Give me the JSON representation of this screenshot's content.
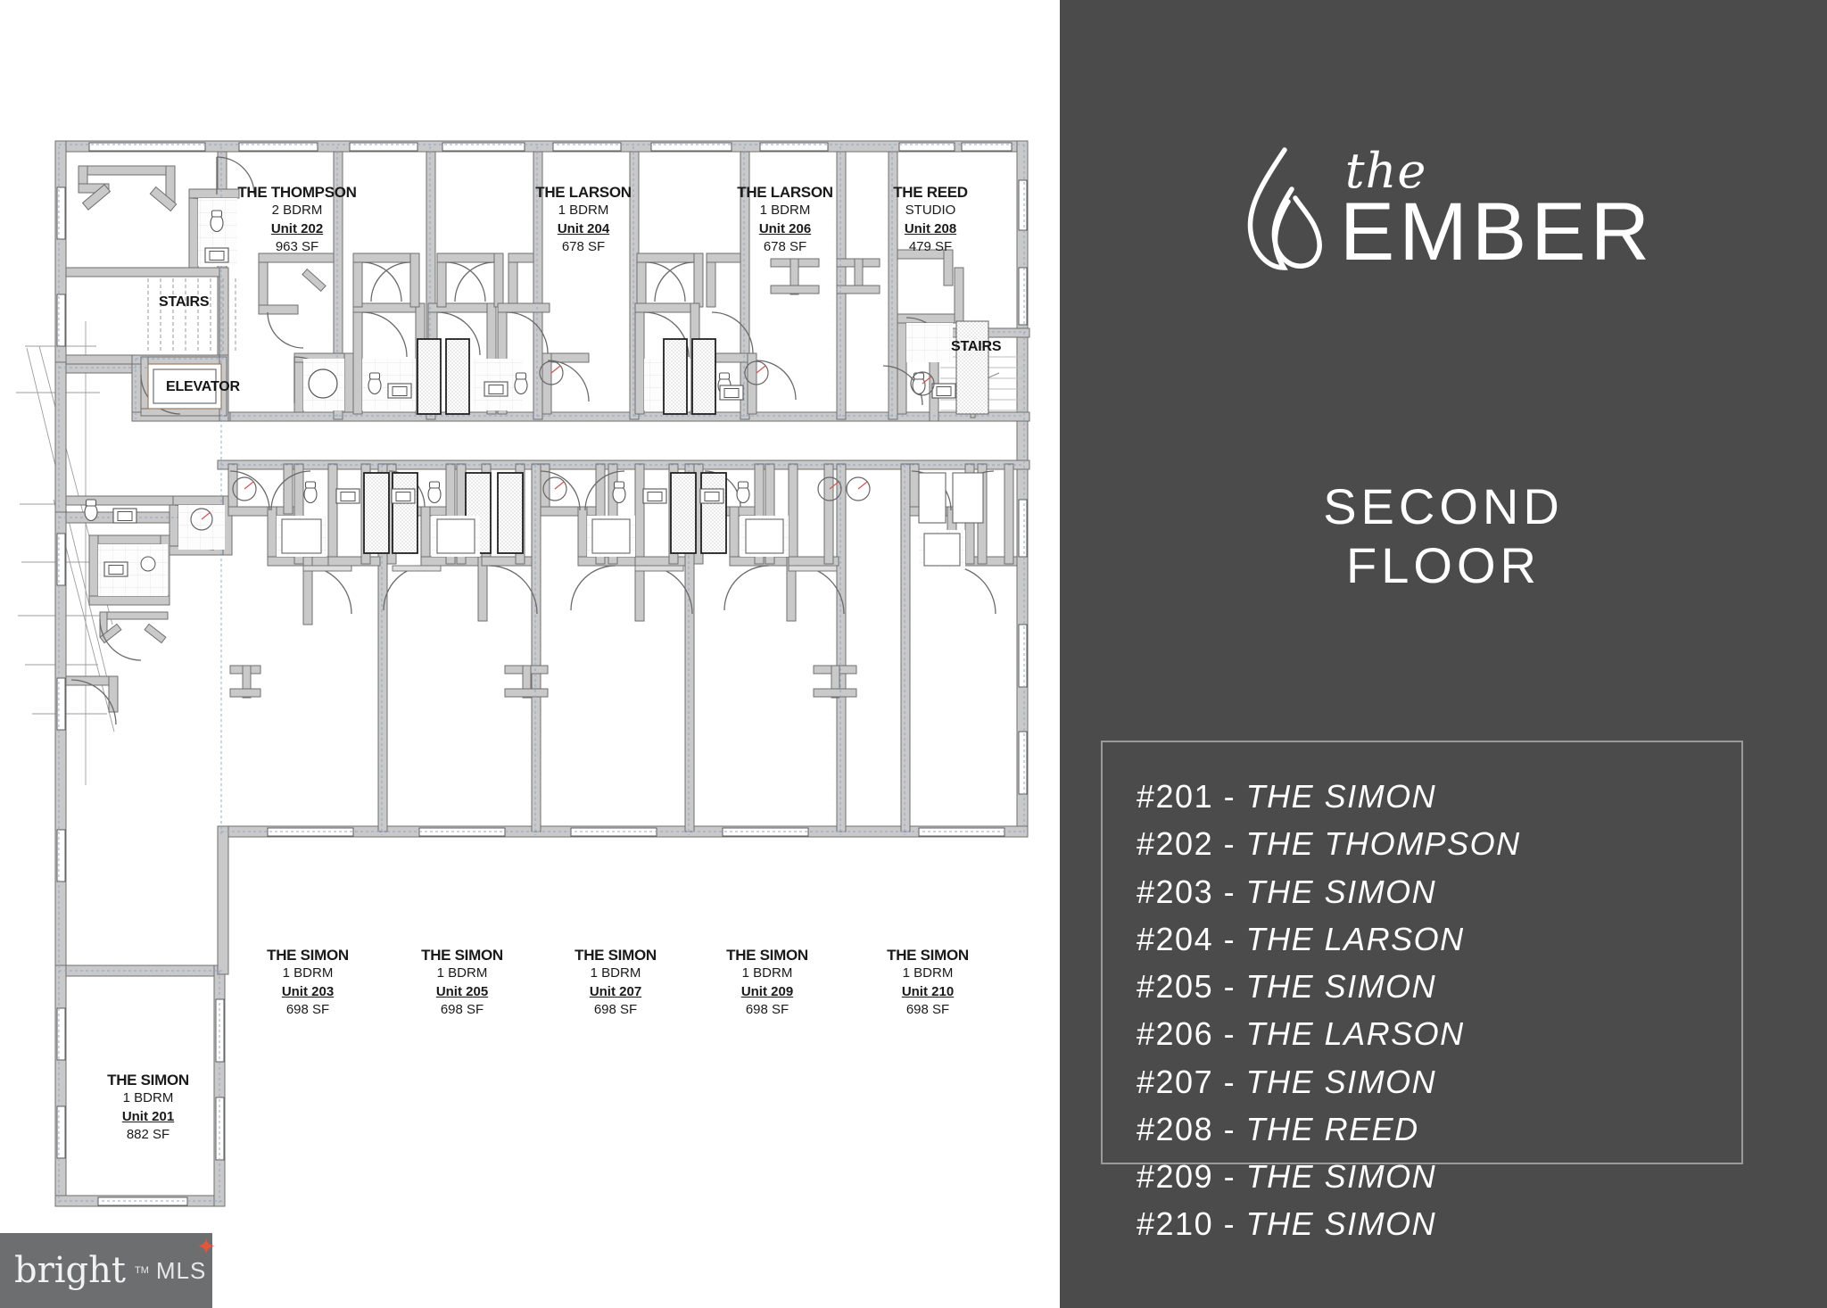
{
  "brand": {
    "the": "the",
    "name": "EMBER",
    "flame_icon": "flame-icon"
  },
  "floor": {
    "line1": "SECOND",
    "line2": "FLOOR"
  },
  "legend": [
    {
      "num": "#201 - ",
      "name": "THE SIMON"
    },
    {
      "num": "#202 - ",
      "name": "THE THOMPSON"
    },
    {
      "num": "#203 - ",
      "name": "THE SIMON"
    },
    {
      "num": "#204 - ",
      "name": "THE LARSON"
    },
    {
      "num": "#205 - ",
      "name": "THE SIMON"
    },
    {
      "num": "#206 - ",
      "name": "THE LARSON"
    },
    {
      "num": "#207 - ",
      "name": "THE SIMON"
    },
    {
      "num": "#208 - ",
      "name": "THE REED"
    },
    {
      "num": "#209 - ",
      "name": "THE SIMON"
    },
    {
      "num": "#210 - ",
      "name": "THE SIMON"
    }
  ],
  "mls": {
    "bright": "bright",
    "tm": "TM",
    "mls": "MLS"
  },
  "rooms": [
    {
      "label": "STAIRS"
    },
    {
      "label": "ELEVATOR"
    },
    {
      "label": "STAIRS"
    }
  ],
  "units": [
    {
      "name": "THE THOMPSON",
      "bdrm": "2 BDRM",
      "unit": "Unit 202",
      "sf": "963 SF"
    },
    {
      "name": "THE LARSON",
      "bdrm": "1 BDRM",
      "unit": "Unit 204",
      "sf": "678 SF"
    },
    {
      "name": "THE LARSON",
      "bdrm": "1 BDRM",
      "unit": "Unit 206",
      "sf": "678 SF"
    },
    {
      "name": "THE REED",
      "bdrm": "STUDIO",
      "unit": "Unit 208",
      "sf": "479 SF"
    },
    {
      "name": "THE SIMON",
      "bdrm": "1 BDRM",
      "unit": "Unit 203",
      "sf": "698 SF"
    },
    {
      "name": "THE SIMON",
      "bdrm": "1 BDRM",
      "unit": "Unit 205",
      "sf": "698 SF"
    },
    {
      "name": "THE SIMON",
      "bdrm": "1 BDRM",
      "unit": "Unit 207",
      "sf": "698 SF"
    },
    {
      "name": "THE SIMON",
      "bdrm": "1 BDRM",
      "unit": "Unit 209",
      "sf": "698 SF"
    },
    {
      "name": "THE SIMON",
      "bdrm": "1 BDRM",
      "unit": "Unit 210",
      "sf": "698 SF"
    },
    {
      "name": "THE SIMON",
      "bdrm": "1 BDRM",
      "unit": "Unit 201",
      "sf": "882 SF"
    }
  ],
  "colors": {
    "sidebar_bg": "#4b4b4b",
    "wall_fill": "#c9c9c9",
    "wall_stroke": "#6f6f6f",
    "grid_blue": "#8ea6cc",
    "mls_bg": "#6d6e70",
    "mls_accent": "#e8533a",
    "text_dark": "#1a1a1a",
    "white": "#ffffff"
  }
}
